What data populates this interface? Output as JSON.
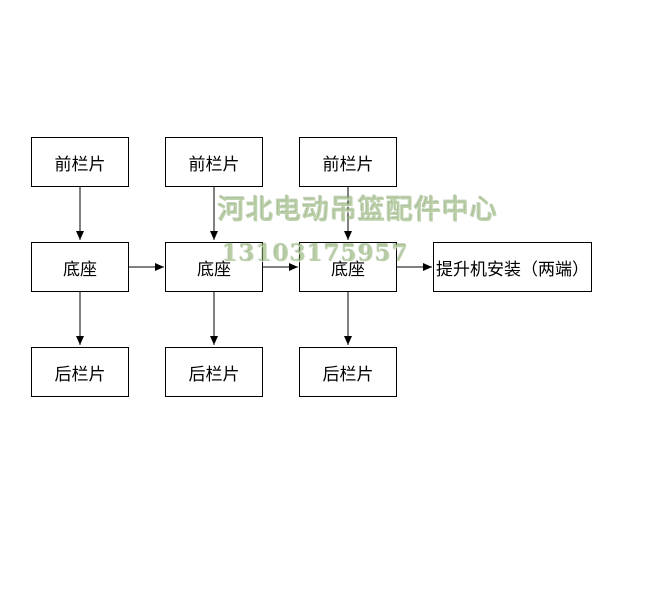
{
  "diagram": {
    "nodes": {
      "top_1": "前栏片",
      "top_2": "前栏片",
      "top_3": "前栏片",
      "base_1": "底座",
      "base_2": "底座",
      "base_3": "底座",
      "final": "提升机安装（两端）",
      "bottom_1": "后栏片",
      "bottom_2": "后栏片",
      "bottom_3": "后栏片"
    },
    "edges": [
      {
        "from": "top_1",
        "to": "base_1"
      },
      {
        "from": "top_2",
        "to": "base_2"
      },
      {
        "from": "top_3",
        "to": "base_3"
      },
      {
        "from": "base_1",
        "to": "base_2"
      },
      {
        "from": "base_2",
        "to": "base_3"
      },
      {
        "from": "base_3",
        "to": "final"
      },
      {
        "from": "base_1",
        "to": "bottom_1"
      },
      {
        "from": "base_2",
        "to": "bottom_2"
      },
      {
        "from": "base_3",
        "to": "bottom_3"
      }
    ]
  },
  "watermark": {
    "title": "河北电动吊篮配件中心",
    "phone": "13103175957"
  }
}
